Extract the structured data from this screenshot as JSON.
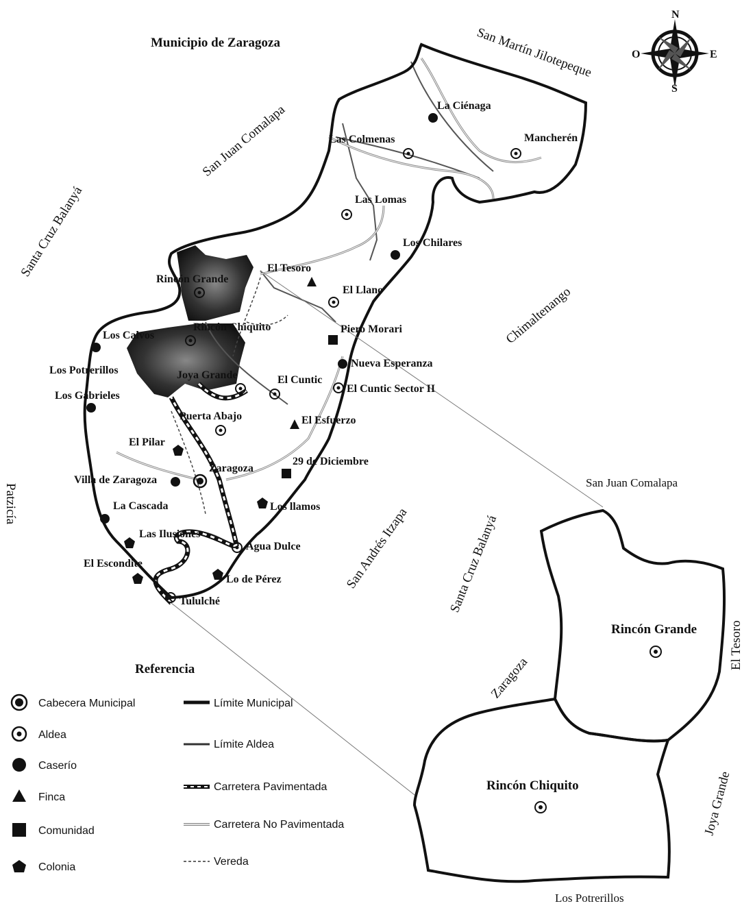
{
  "title": "Municipio de Zaragoza",
  "compass": {
    "n": "N",
    "s": "S",
    "e": "E",
    "o": "O"
  },
  "neighbors": {
    "san_martin": "San Martín Jilotepeque",
    "san_juan": "San Juan Comalapa",
    "santa_cruz": "Santa Cruz Balanyá",
    "chimaltenango": "Chimaltenango",
    "patzicia": "Patzicía",
    "san_andres": "San Andrés Itzapa"
  },
  "places": {
    "la_cienaga": "La Ciénaga",
    "las_colmenas": "Las Colmenas",
    "mancheren": "Mancherén",
    "las_lomas": "Las Lomas",
    "los_chilares": "Los Chilares",
    "el_tesoro": "El Tesoro",
    "rincon_grande": "Rincón Grande",
    "el_llano": "El Llano",
    "rincon_chiquito": "Rincón Chiquito",
    "piero_morari": "Piero Morari",
    "los_calvos": "Los Calvos",
    "nueva_esperanza": "Nueva Esperanza",
    "los_potrerillos": "Los Potrerillos",
    "joya_grande": "Joya Grande",
    "el_cuntic": "El Cuntic",
    "el_cuntic_ii": "El Cuntic Sector II",
    "los_gabrieles": "Los Gabrieles",
    "puerta_abajo": "Puerta Abajo",
    "el_esfuerzo": "El Esfuerzo",
    "el_pilar": "El Pilar",
    "diciembre": "29 de Diciembre",
    "zaragoza": "Zaragoza",
    "villa": "Villa de Zaragoza",
    "la_cascada": "La Cascada",
    "los_llamos": "Los llamos",
    "las_ilusiones": "Las Ilusiones",
    "agua_dulce": "Agua Dulce",
    "el_escondite": "El Escondite",
    "lo_de_perez": "Lo de Pérez",
    "tululche": "Tululché"
  },
  "inset": {
    "san_juan": "San Juan Comalapa",
    "santa_cruz": "Santa Cruz Balanyá",
    "el_tesoro": "El Tesoro",
    "rincon_grande": "Rincón Grande",
    "zaragoza": "Zaragoza",
    "rincon_chiquito": "Rincón Chiquito",
    "joya_grande": "Joya Grande",
    "los_potrerillos": "Los Potrerillos"
  },
  "legend": {
    "title": "Referencia",
    "points": [
      {
        "key": "cabecera",
        "label": "Cabecera Municipal"
      },
      {
        "key": "aldea",
        "label": "Aldea"
      },
      {
        "key": "caserio",
        "label": "Caserío"
      },
      {
        "key": "finca",
        "label": "Finca"
      },
      {
        "key": "comunidad",
        "label": "Comunidad"
      },
      {
        "key": "colonia",
        "label": "Colonia"
      }
    ],
    "lines": [
      {
        "key": "limite_municipal",
        "label": "Límite Municipal"
      },
      {
        "key": "limite_aldea",
        "label": "Límite Aldea"
      },
      {
        "key": "carretera_pav",
        "label": "Carretera Pavimentada"
      },
      {
        "key": "carretera_nopav",
        "label": "Carretera No Pavimentada"
      },
      {
        "key": "vereda",
        "label": "Vereda"
      }
    ]
  }
}
